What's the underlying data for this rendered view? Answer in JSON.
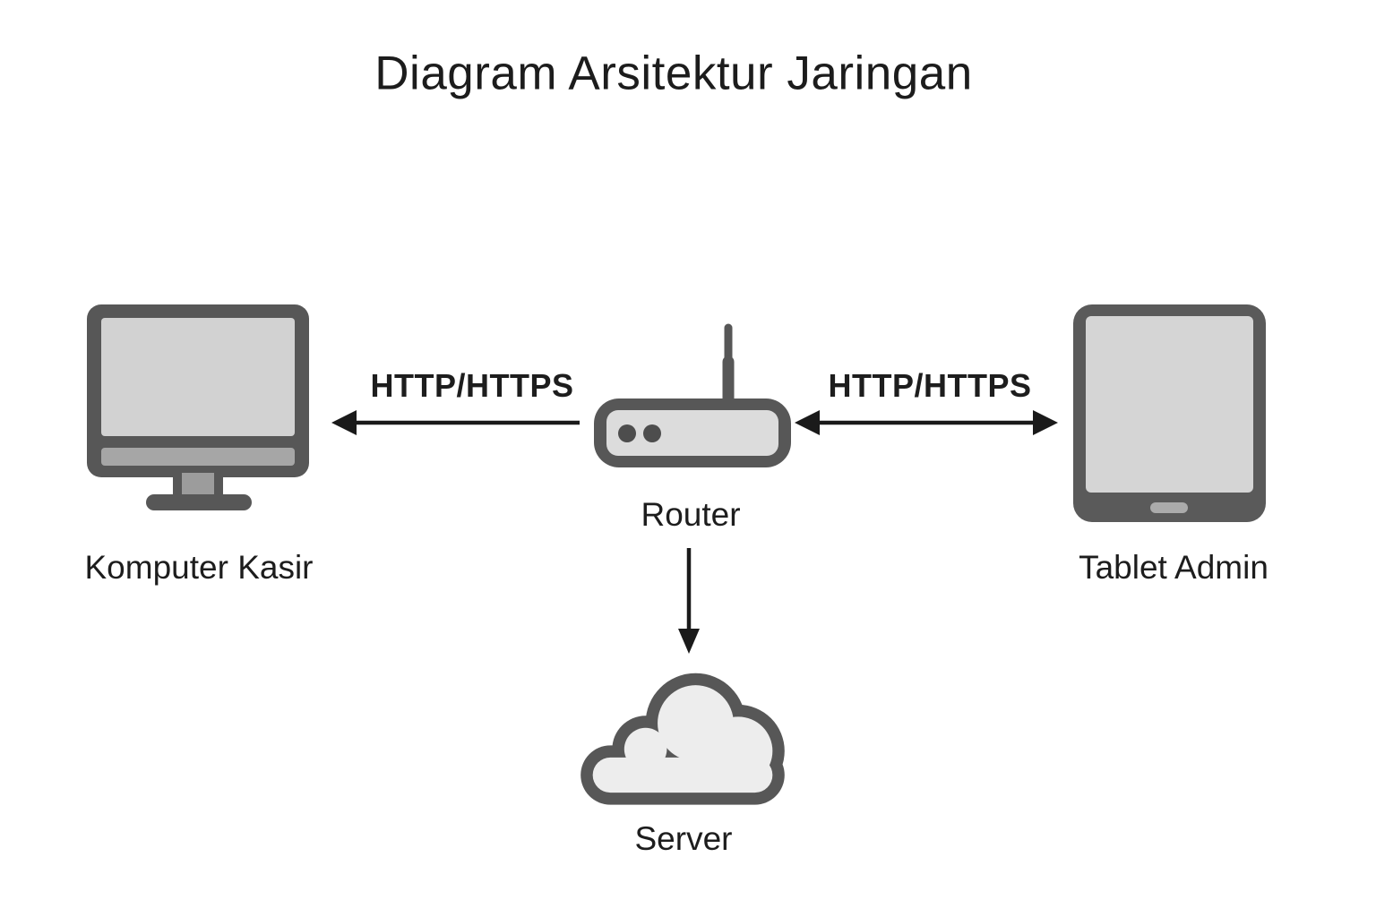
{
  "title": "Diagram Arsitektur Jaringan",
  "colors": {
    "background": "#ffffff",
    "icon_dark": "#575757",
    "icon_body": "#5a5a5a",
    "text": "#1d1d1d",
    "arrow": "#1a1a1a"
  },
  "nodes": {
    "komputer": {
      "label": "Komputer Kasir",
      "icon": "desktop-monitor-icon"
    },
    "router": {
      "label": "Router",
      "icon": "router-icon"
    },
    "tablet": {
      "label": "Tablet Admin",
      "icon": "tablet-icon"
    },
    "server": {
      "label": "Server",
      "icon": "cloud-icon"
    }
  },
  "edges": {
    "komputer_router": {
      "label": "HTTP/HTTPS",
      "direction": "left"
    },
    "router_tablet": {
      "label": "HTTP/HTTPS",
      "direction": "both"
    },
    "router_server": {
      "label": "",
      "direction": "down"
    }
  }
}
